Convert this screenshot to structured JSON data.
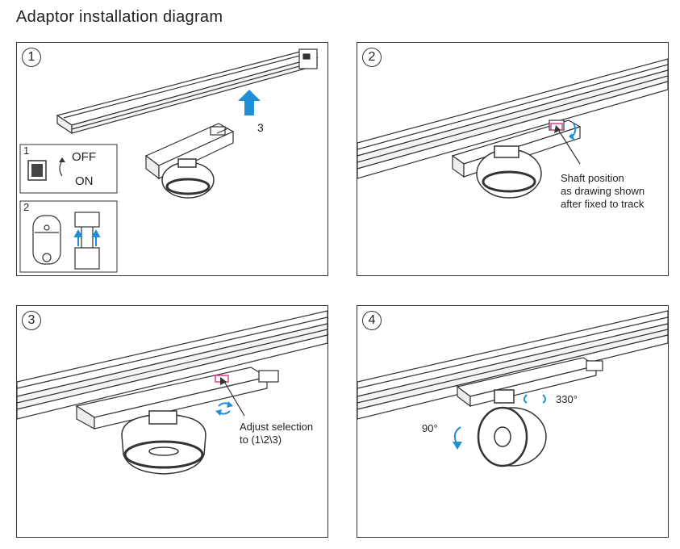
{
  "title": "Adaptor installation diagram",
  "steps": [
    {
      "number": "1",
      "arrow_label": "3",
      "switch_step": "1",
      "switch_off": "OFF",
      "switch_on": "ON",
      "insert_step": "2"
    },
    {
      "number": "2",
      "note_line1": "Shaft position",
      "note_line2": "as drawing shown",
      "note_line3": "after fixed to track"
    },
    {
      "number": "3",
      "note_line1": "Adjust selection",
      "note_line2": "to (1\\2\\3)"
    },
    {
      "number": "4",
      "rotation_horizontal": "330°",
      "rotation_vertical": "90°"
    }
  ],
  "colors": {
    "line": "#333333",
    "accent_arrow": "#1f8fd6",
    "shaft_marker": "#d0458a"
  }
}
